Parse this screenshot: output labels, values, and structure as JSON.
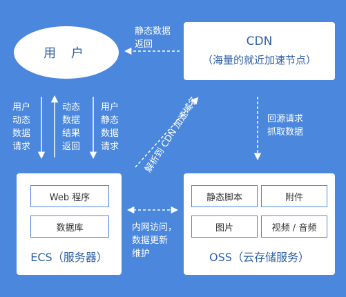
{
  "user_node": {
    "label": "用 户"
  },
  "cdn_node": {
    "title": "CDN",
    "subtitle": "（海量的就近加速节点）"
  },
  "ecs_node": {
    "title": "ECS（服务器）",
    "items": [
      "Web 程序",
      "数据库"
    ]
  },
  "oss_node": {
    "title": "OSS（云存储服务）",
    "items": [
      "静态脚本",
      "附件",
      "图片",
      "视频 / 音频"
    ]
  },
  "edges": {
    "cdn_to_user": "静态数据\n返回",
    "user_request": "用户\n动态\n数据\n请求",
    "dynamic_result": "动态\n数据\n结果\n返回",
    "static_request": "用户\n静态\n数据\n请求",
    "resolve_cdn": "解析到 CDN 加速域名",
    "origin_fetch": "回源请求\n抓取数据",
    "internal_access": "内网访问，\n数据更新\n维护"
  },
  "colors": {
    "background": "#4a87dd",
    "node_text": "#2e5fa8",
    "line": "#ffffff"
  }
}
